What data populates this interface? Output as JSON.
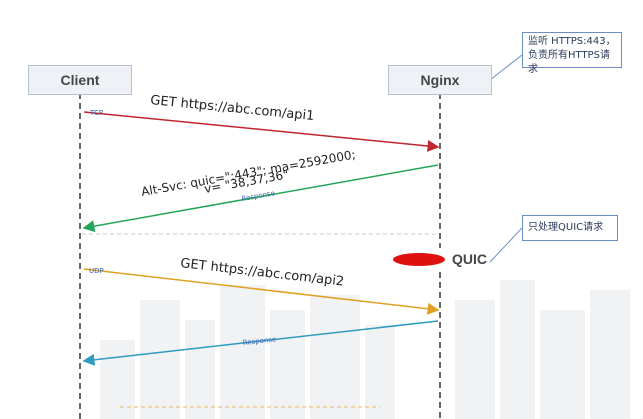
{
  "client": {
    "label": "Client"
  },
  "nginx": {
    "label": "Nginx"
  },
  "note_https": {
    "line1": "监听 HTTPS:443，",
    "line2": "负责所有HTTPS请求"
  },
  "note_quic": {
    "text": "只处理QUIC请求"
  },
  "quic_server": {
    "label": "QUIC",
    "redacted_color": "#e01010"
  },
  "messages": [
    {
      "id": "req1",
      "protocol": "TCP",
      "text": "GET https://abc.com/api1",
      "color": "#c0262d"
    },
    {
      "id": "resp1",
      "label": "Response",
      "text_line1": "Alt-Svc: quic=\":443\"; ma=2592000;",
      "text_line2": "v=  \"38,37,36\"",
      "color": "#23a55a"
    },
    {
      "id": "req2",
      "protocol": "UDP",
      "text": "GET https://abc.com/api2",
      "color": "#e0a020"
    },
    {
      "id": "resp2",
      "label": "Response",
      "color": "#2f9bbd"
    }
  ]
}
